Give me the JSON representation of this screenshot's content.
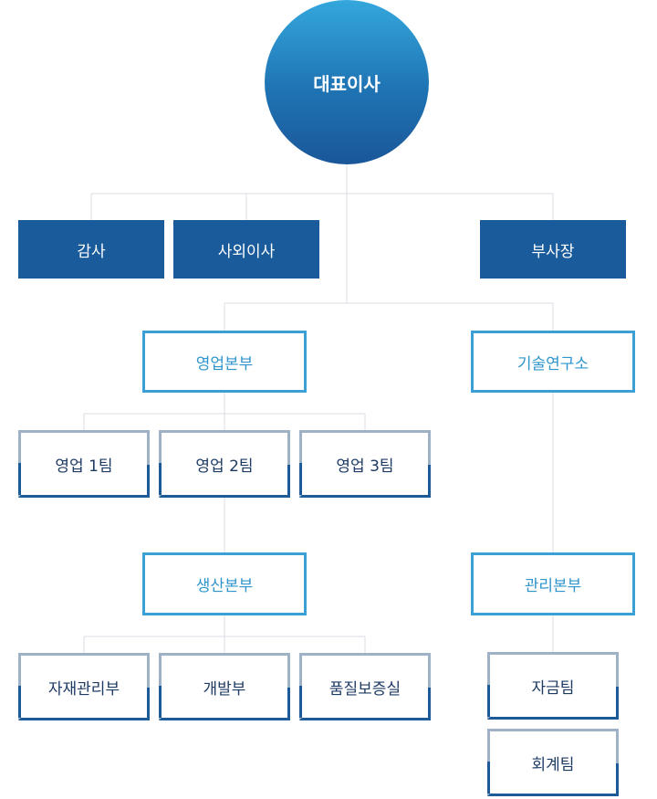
{
  "org": {
    "ceo": "대표이사",
    "audit": "감사",
    "outside_director": "사외이사",
    "vice_president": "부사장",
    "sales_hq": "영업본부",
    "rnd_center": "기술연구소",
    "sales_team_1": "영업 1팀",
    "sales_team_2": "영업 2팀",
    "sales_team_3": "영업 3팀",
    "production_hq": "생산본부",
    "management_hq": "관리본부",
    "materials_dept": "자재관리부",
    "development": "개발부",
    "quality_office": "품질보증실",
    "finance_team": "자금팀",
    "accounting_team": "회계팀"
  },
  "colors": {
    "solid_box": "#1a5b9b",
    "outline_box": "#3ba0d4",
    "team_text": "#1e3b64",
    "connector": "#d8dde3"
  }
}
